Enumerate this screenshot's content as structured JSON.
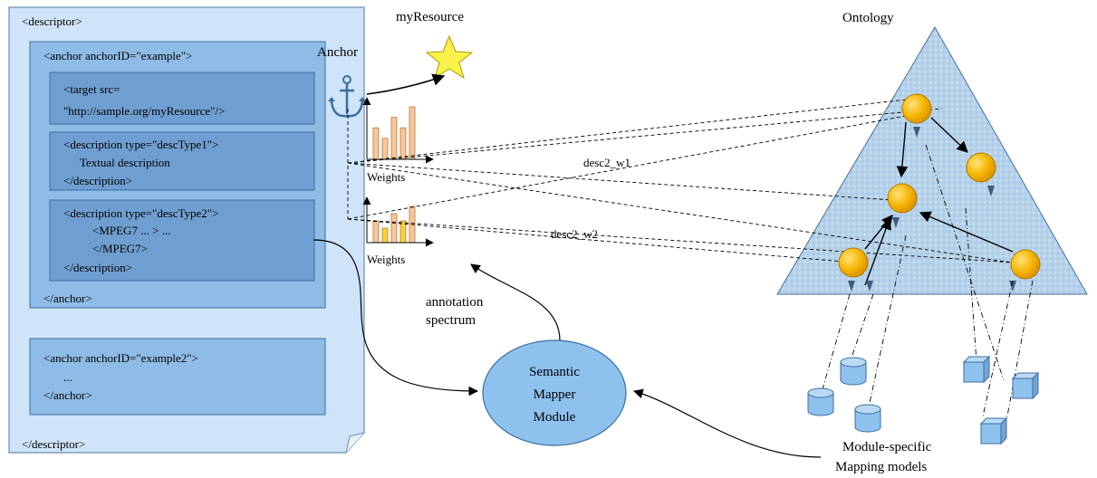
{
  "descriptor": {
    "open_tag": "<descriptor>",
    "close_tag": "</descriptor>",
    "anchor1": {
      "open_tag": "<anchor anchorID=\"example\">",
      "close_tag": "</anchor>",
      "target": {
        "line1": "<target src=",
        "line2": "\"http://sample.org/myResource\"/>"
      },
      "desc1": {
        "line1": "<description type=\"descType1\">",
        "line2": "Textual description",
        "line3": "</description>"
      },
      "desc2": {
        "line1": "<description type=\"descType2\">",
        "line2": "<MPEG7 ... > ...",
        "line3": "</MPEG7>",
        "line4": "</description>"
      }
    },
    "anchor2": {
      "open_tag": "<anchor anchorID=\"example2\">",
      "middle": "...",
      "close_tag": "</anchor>"
    }
  },
  "labels": {
    "my_resource": "myResource",
    "anchor": "Anchor",
    "ontology": "Ontology",
    "weights1": "Weights",
    "weights2": "Weights",
    "desc2_w1": "desc2_w1",
    "desc2_w2": "desc2_w2",
    "annotation_line1": "annotation",
    "annotation_line2": "spectrum",
    "mapper_line1": "Semantic",
    "mapper_line2": "Mapper",
    "mapper_line3": "Module",
    "models_line1": "Module-specific",
    "models_line2": "Mapping models"
  },
  "chart_data": [
    {
      "type": "bar",
      "title": "",
      "xlabel": "Weights",
      "ylabel": "",
      "series": [
        {
          "values": [
            3,
            2,
            4,
            3,
            5
          ]
        }
      ]
    },
    {
      "type": "bar",
      "title": "",
      "xlabel": "Weights",
      "ylabel": "",
      "series": [
        {
          "values": [
            3,
            2,
            4,
            3,
            5
          ]
        }
      ]
    }
  ],
  "colors": {
    "page_fill": "#cfe4f8",
    "anchor_fill": "#8fbce6",
    "inner_fill": "#6f9fd1",
    "ontology_fill": "#a9c9e6",
    "node_fill": "#f5b400",
    "db_fill": "#8ec1ee",
    "bar_fill": "#f8c89a",
    "bar_fill_alt": "#f5d23a"
  }
}
